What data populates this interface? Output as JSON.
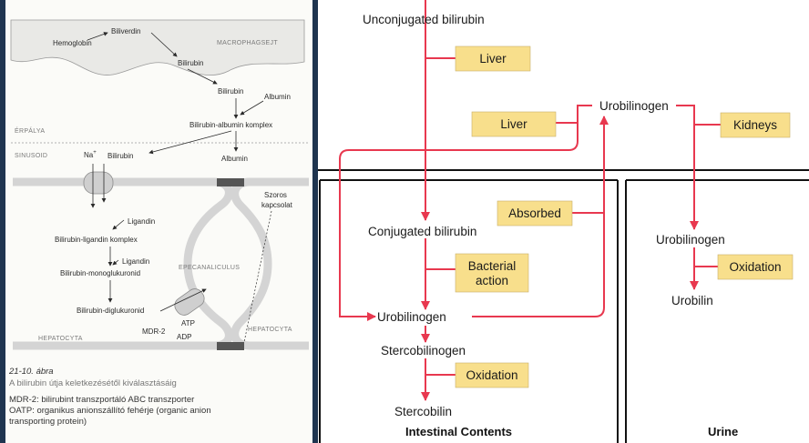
{
  "left_panel": {
    "nodes": {
      "hemoglobin": "Hemoglobin",
      "biliverdin": "Biliverdin",
      "macrophage": "MACROPHAGSEJT",
      "bilirubin1": "Bilirubin",
      "bilirubin2": "Bilirubin",
      "albumin_in": "Albumin",
      "complex": "Bilirubin-albumin komplex",
      "erpalya": "ÉRPÁLYA",
      "sinusoid": "SINUSOID",
      "na": "Na",
      "na_sup": "+",
      "bilirubin3": "Bilirubin",
      "albumin_out": "Albumin",
      "szoros1": "Szoros",
      "szoros2": "kapcsolat",
      "ligandin1": "Ligandin",
      "ligandin_complex": "Bilirubin-ligandin komplex",
      "ligandin2": "Ligandin",
      "monoglu": "Bilirubin-monoglukuronid",
      "epecanaliculus": "EPECANALICULUS",
      "diglu": "Bilirubin-diglukuronid",
      "mdr2": "MDR-2",
      "atp": "ATP",
      "adp": "ADP",
      "hepatocyta_left": "HEPATOCYTA",
      "hepatocyta_right": "HEPATOCYTA"
    },
    "caption": {
      "number": "21-10. ábra",
      "title": "A bilirubin útja keletkezésétől kiválasztásáig",
      "line1": "MDR-2: bilirubint transzportáló ABC transzporter",
      "line2": "OATP: organikus anionszállító fehérje (organic anion",
      "line3": "transporting protein)"
    }
  },
  "right_panel": {
    "unconjugated": "Unconjugated bilirubin",
    "liver_1": "Liver",
    "liver_2": "Liver",
    "urobilinogen_top": "Urobilinogen",
    "kidneys": "Kidneys",
    "absorbed": "Absorbed",
    "conjugated": "Conjugated bilirubin",
    "bacterial_1": "Bacterial",
    "bacterial_2": "action",
    "urobilinogen_intestine": "Urobilinogen",
    "stercobilinogen": "Stercobilinogen",
    "oxidation_1": "Oxidation",
    "stercobilin": "Stercobilin",
    "urobilinogen_urine": "Urobilinogen",
    "oxidation_2": "Oxidation",
    "urobilin": "Urobilin",
    "intestinal_contents": "Intestinal Contents",
    "urine": "Urine"
  },
  "colors": {
    "arrow": "#e8384f",
    "box": "#f8df8c",
    "background": "#1f3550",
    "membrane": "#d8d8d8"
  }
}
